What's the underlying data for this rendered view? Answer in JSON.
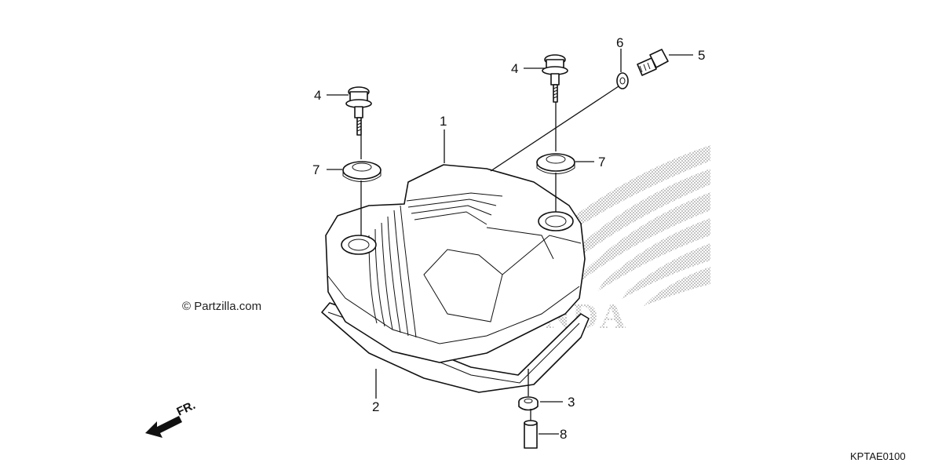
{
  "copyright": "© Partzilla.com",
  "diagram_code": "KPTAE0100",
  "direction_label": "FR.",
  "watermark_logo_text": "HONDA",
  "callouts": {
    "c1": "1",
    "c2": "2",
    "c3": "3",
    "c4a": "4",
    "c4b": "4",
    "c5": "5",
    "c6": "6",
    "c7a": "7",
    "c7b": "7",
    "c8": "8"
  }
}
